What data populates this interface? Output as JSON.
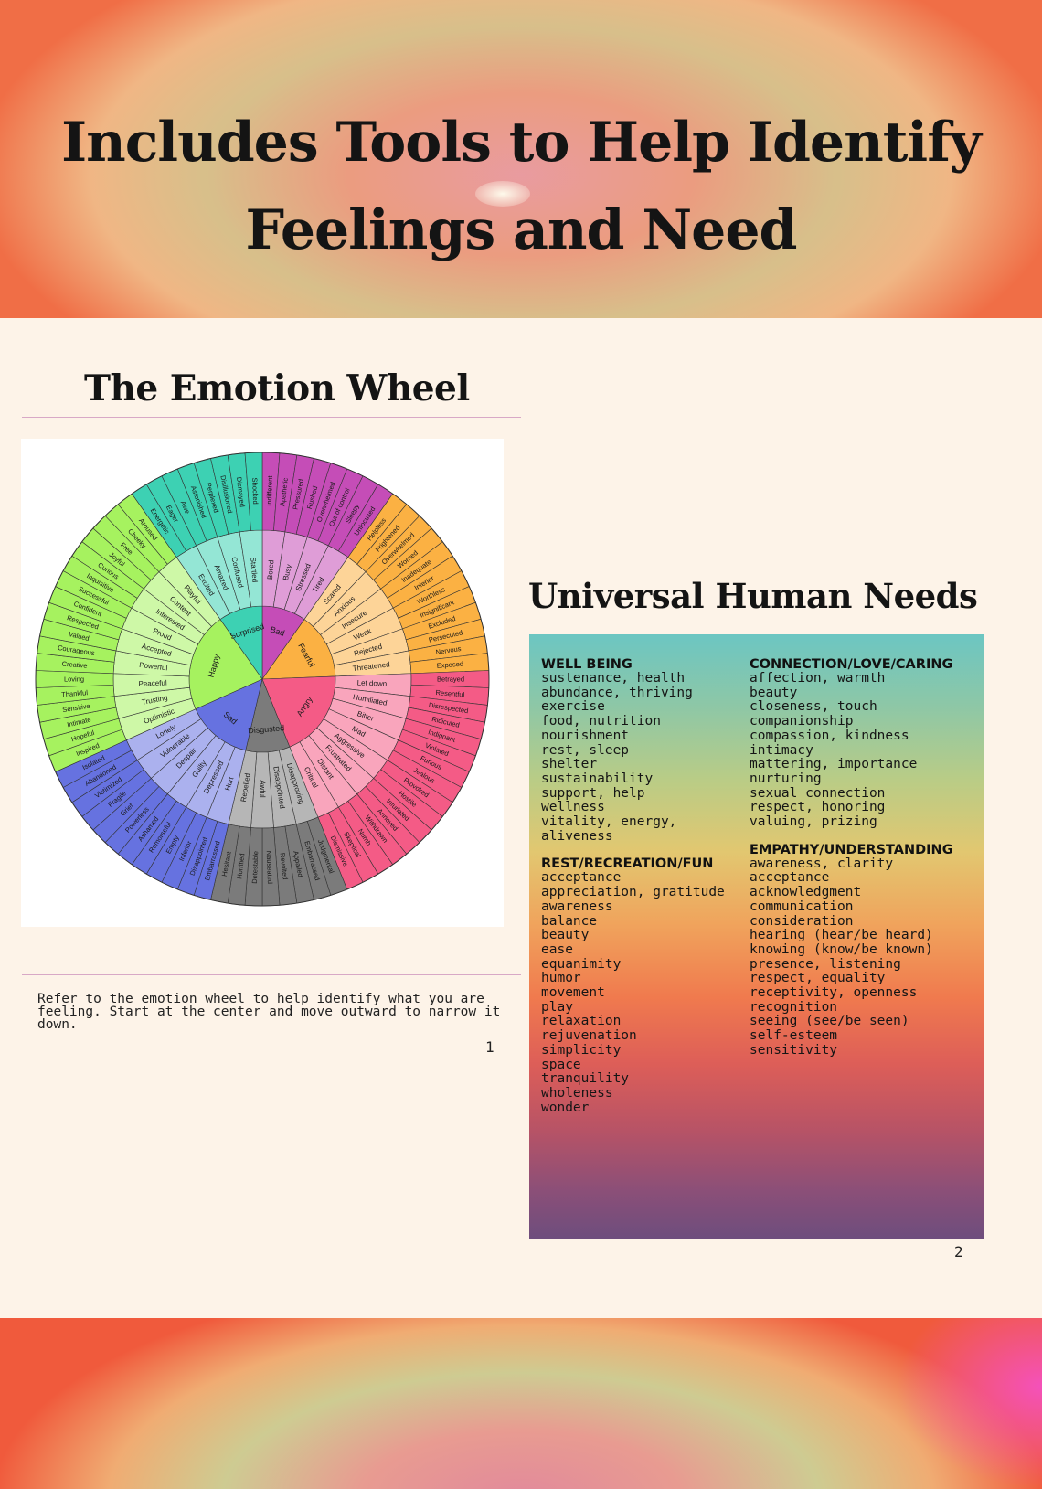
{
  "header": {
    "title_line1": "Includes Tools to Help Identify",
    "title_line2": "Feelings and Need"
  },
  "emotion_wheel": {
    "title": "The Emotion Wheel",
    "caption": "Refer to the emotion wheel to help identify what you are feeling. Start at the center and move outward to narrow it down.",
    "page_number": "1",
    "segments": [
      {
        "core": "Bad",
        "color": "#c54db7",
        "mid": [
          {
            "label": "Bored",
            "outer": [
              "Indifferent",
              "Apathetic"
            ]
          },
          {
            "label": "Busy",
            "outer": [
              "Pressured",
              "Rushed"
            ]
          },
          {
            "label": "Stressed",
            "outer": [
              "Overwhelmed",
              "Out of control"
            ]
          },
          {
            "label": "Tired",
            "outer": [
              "Sleepy",
              "Unfocused"
            ]
          }
        ]
      },
      {
        "core": "Fearful",
        "color": "#fbb143",
        "mid": [
          {
            "label": "Scared",
            "outer": [
              "Helpless",
              "Frightened"
            ]
          },
          {
            "label": "Anxious",
            "outer": [
              "Overwhelmed",
              "Worried"
            ]
          },
          {
            "label": "Insecure",
            "outer": [
              "Inadequate",
              "Inferior"
            ]
          },
          {
            "label": "Weak",
            "outer": [
              "Worthless",
              "Insignificant"
            ]
          },
          {
            "label": "Rejected",
            "outer": [
              "Excluded",
              "Persecuted"
            ]
          },
          {
            "label": "Threatened",
            "outer": [
              "Nervous",
              "Exposed"
            ]
          }
        ]
      },
      {
        "core": "Angry",
        "color": "#f45b86",
        "mid": [
          {
            "label": "Let down",
            "outer": [
              "Betrayed",
              "Resentful"
            ]
          },
          {
            "label": "Humiliated",
            "outer": [
              "Disrespected",
              "Ridiculed"
            ]
          },
          {
            "label": "Bitter",
            "outer": [
              "Indignant",
              "Violated"
            ]
          },
          {
            "label": "Mad",
            "outer": [
              "Furious",
              "Jealous"
            ]
          },
          {
            "label": "Aggressive",
            "outer": [
              "Provoked",
              "Hostile"
            ]
          },
          {
            "label": "Frustrated",
            "outer": [
              "Infuriated",
              "Annoyed"
            ]
          },
          {
            "label": "Distant",
            "outer": [
              "Withdrawn",
              "Numb"
            ]
          },
          {
            "label": "Critical",
            "outer": [
              "Skeptical",
              "Dismissive"
            ]
          }
        ]
      },
      {
        "core": "Disgusted",
        "color": "#7b7b7b",
        "mid": [
          {
            "label": "Disapproving",
            "outer": [
              "Judgmental",
              "Embarrassed"
            ]
          },
          {
            "label": "Disappointed",
            "outer": [
              "Appalled",
              "Revolted"
            ]
          },
          {
            "label": "Awful",
            "outer": [
              "Nauseated",
              "Detestable"
            ]
          },
          {
            "label": "Repelled",
            "outer": [
              "Horrified",
              "Hesitant"
            ]
          }
        ]
      },
      {
        "core": "Sad",
        "color": "#6672e0",
        "mid": [
          {
            "label": "Hurt",
            "outer": [
              "Embarrassed",
              "Disappointed"
            ]
          },
          {
            "label": "Depressed",
            "outer": [
              "Inferior",
              "Empty"
            ]
          },
          {
            "label": "Guilty",
            "outer": [
              "Remorseful",
              "Ashamed"
            ]
          },
          {
            "label": "Despair",
            "outer": [
              "Powerless",
              "Grief"
            ]
          },
          {
            "label": "Vulnerable",
            "outer": [
              "Fragile",
              "Victimized"
            ]
          },
          {
            "label": "Lonely",
            "outer": [
              "Abandoned",
              "Isolated"
            ]
          }
        ]
      },
      {
        "core": "Happy",
        "color": "#a6f25f",
        "mid": [
          {
            "label": "Optimistic",
            "outer": [
              "Inspired",
              "Hopeful"
            ]
          },
          {
            "label": "Trusting",
            "outer": [
              "Intimate",
              "Sensitive"
            ]
          },
          {
            "label": "Peaceful",
            "outer": [
              "Thankful",
              "Loving"
            ]
          },
          {
            "label": "Powerful",
            "outer": [
              "Creative",
              "Courageous"
            ]
          },
          {
            "label": "Accepted",
            "outer": [
              "Valued",
              "Respected"
            ]
          },
          {
            "label": "Proud",
            "outer": [
              "Confident",
              "Successful"
            ]
          },
          {
            "label": "Interested",
            "outer": [
              "Inquisitive",
              "Curious"
            ]
          },
          {
            "label": "Content",
            "outer": [
              "Joyful",
              "Free"
            ]
          },
          {
            "label": "Playful",
            "outer": [
              "Cheeky",
              "Aroused"
            ]
          }
        ]
      },
      {
        "core": "Surprised",
        "color": "#3dd1b3",
        "mid": [
          {
            "label": "Excited",
            "outer": [
              "Energetic",
              "Eager"
            ]
          },
          {
            "label": "Amazed",
            "outer": [
              "Awe",
              "Astonished"
            ]
          },
          {
            "label": "Confused",
            "outer": [
              "Perplexed",
              "Disillusioned"
            ]
          },
          {
            "label": "Startled",
            "outer": [
              "Dismayed",
              "Shocked"
            ]
          }
        ]
      }
    ]
  },
  "needs": {
    "title": "Universal Human Needs",
    "page_number": "2",
    "left_column": [
      {
        "heading": "WELL BEING",
        "items": [
          "sustenance, health",
          "abundance, thriving",
          "exercise",
          "food, nutrition",
          "nourishment",
          "rest, sleep",
          "shelter",
          "sustainability",
          "support, help",
          "wellness",
          "vitality, energy,",
          "aliveness"
        ]
      },
      {
        "heading": "REST/RECREATION/FUN",
        "items": [
          "acceptance",
          "appreciation, gratitude",
          "awareness",
          "balance",
          "beauty",
          "ease",
          "equanimity",
          "humor",
          "movement",
          "play",
          "relaxation",
          "rejuvenation",
          "simplicity",
          "space",
          "tranquility",
          "wholeness",
          "wonder"
        ]
      }
    ],
    "right_column": [
      {
        "heading": "CONNECTION/LOVE/CARING",
        "items": [
          "affection, warmth",
          "beauty",
          "closeness, touch",
          "companionship",
          "compassion, kindness",
          "intimacy",
          "mattering, importance",
          "nurturing",
          "sexual connection",
          "respect, honoring",
          "valuing, prizing"
        ]
      },
      {
        "heading": "EMPATHY/UNDERSTANDING",
        "items": [
          "awareness, clarity",
          "acceptance",
          "acknowledgment",
          "communication",
          "consideration",
          "hearing (hear/be heard)",
          "knowing (know/be known)",
          "presence, listening",
          "respect, equality",
          "receptivity, openness",
          "recognition",
          "seeing (see/be seen)",
          "self-esteem",
          "sensitivity"
        ]
      }
    ]
  }
}
